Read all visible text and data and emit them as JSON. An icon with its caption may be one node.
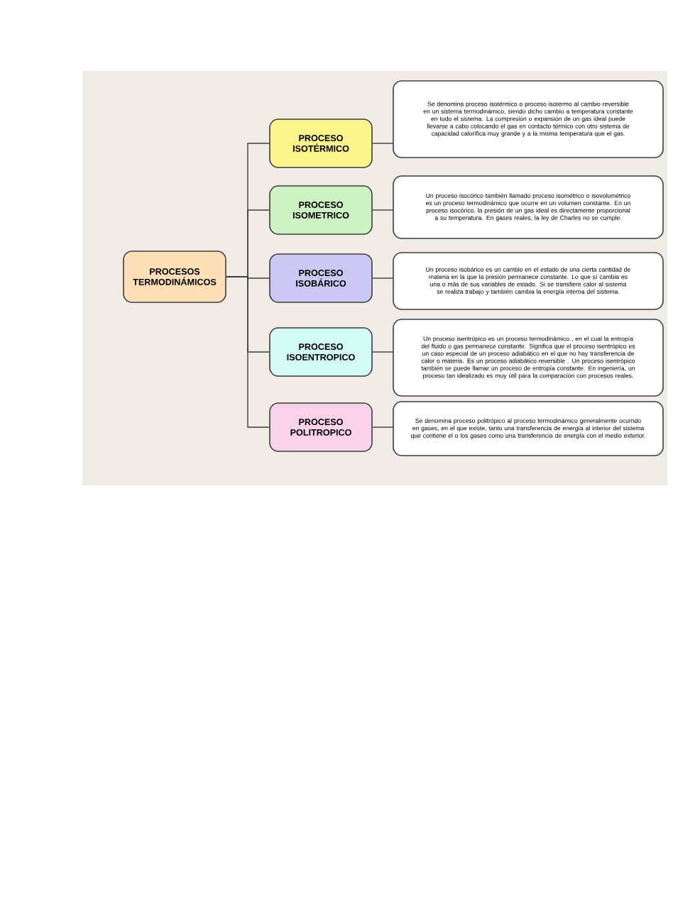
{
  "diagram": {
    "nodes": [
      {
        "text": [
          "PROCESOS TERMODINÁMICOS"
        ]
      },
      {
        "text": [
          "PROCESO ISOTÉRMICO"
        ]
      },
      {
        "text": [
          "PROCESO ISOMETRICO"
        ]
      },
      {
        "text": [
          "PROCESO ISOBÁRICO"
        ]
      },
      {
        "text": [
          "PROCESO ISOENTROPICO"
        ]
      },
      {
        "text": [
          "PROCESO POLITROPICO"
        ]
      },
      {
        "text": [
          "Se denomina proceso isotérmico o proceso isotermo al cambio reversible en un sistema termodinámico, siendo dicho cambio a temperatura constante en todo el sistema. La compresión o expansión de un gas ideal puede llevarse a cabo colocando el gas en contacto térmico con otro sistema de capacidad calorífica muy grande y a la misma temperatura que el gas."
        ]
      },
      {
        "text": [
          "Un proceso isocórico también llamado proceso isométrico o isovolumétrico es un proceso termodinámico que ocurre en un volumen constante. En un proceso isocórico, la presión de un gas ideal es directamente proporcional a su temperatura. En gases reales, la ley de Charles no se cumple."
        ]
      },
      {
        "text": [
          "Un proceso isobárico es un cambio en el estado de una cierta cantidad de materia en la que la presión permanece constante. Lo que sí cambia es una o más de sus variables de estado. Si se transfiere calor al sistema se realiza trabajo y también cambia la energía interna del sistema."
        ]
      },
      {
        "text": [
          "Un proceso isentrópico es un proceso termodinámico , en el cual la entropía del fluido o gas permanece constante. Significa que el proceso isentrópico es un caso especial de un proceso adiabático en el que no hay transferencia de calor o materia. Es un proceso adiabático reversible . Un proceso isentrópico también se puede llamar un proceso de entropía constante. En ingeniería, un proceso tan idealizado es muy útil para la comparación con procesos reales."
        ]
      },
      {
        "text": [
          "Se denomina proceso politrópico al proceso termodinámico generalmente ocurrido en gases, en el que existe, tanto una transferencia de energía al interior del sistema que contiene el o los gases como una transferencia de energía con el medio exterior."
        ]
      }
    ],
    "edges": [
      {
        "from": 0,
        "to": 1,
        "arrow": "none"
      },
      {
        "from": 0,
        "to": 2,
        "arrow": "none"
      },
      {
        "from": 0,
        "to": 3,
        "arrow": "none"
      },
      {
        "from": 0,
        "to": 4,
        "arrow": "none"
      },
      {
        "from": 0,
        "to": 5,
        "arrow": "none"
      },
      {
        "from": 1,
        "to": 6,
        "arrow": "none"
      },
      {
        "from": 2,
        "to": 7,
        "arrow": "none"
      },
      {
        "from": 3,
        "to": 8,
        "arrow": "none"
      },
      {
        "from": 4,
        "to": 9,
        "arrow": "none"
      },
      {
        "from": 5,
        "to": 10,
        "arrow": "none"
      }
    ]
  }
}
